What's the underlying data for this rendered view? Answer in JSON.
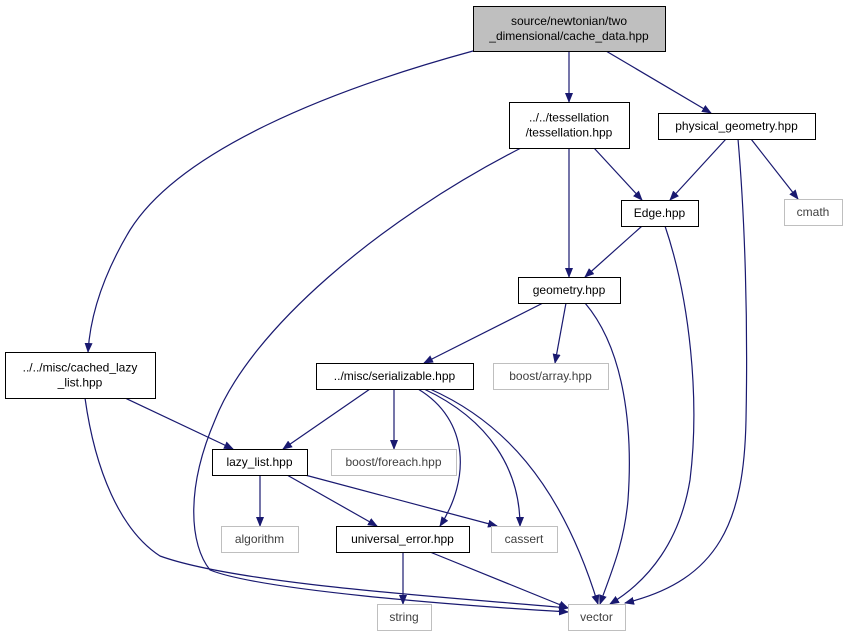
{
  "colors": {
    "root_fill": "#bfbfbf",
    "node_stroke": "#000000",
    "external_stroke": "#bfbfbf",
    "edge": "#191970"
  },
  "nodes": [
    {
      "id": "root",
      "lines": [
        "source/newtonian/two",
        "_dimensional/cache_data.hpp"
      ],
      "kind": "root"
    },
    {
      "id": "tessellation",
      "lines": [
        "../../tessellation",
        "/tessellation.hpp"
      ],
      "kind": "file"
    },
    {
      "id": "physical_geometry",
      "lines": [
        "physical_geometry.hpp"
      ],
      "kind": "file"
    },
    {
      "id": "edge",
      "lines": [
        "Edge.hpp"
      ],
      "kind": "file"
    },
    {
      "id": "cmath",
      "lines": [
        "cmath"
      ],
      "kind": "external"
    },
    {
      "id": "geometry",
      "lines": [
        "geometry.hpp"
      ],
      "kind": "file"
    },
    {
      "id": "cached_lazy_list",
      "lines": [
        "../../misc/cached_lazy",
        "_list.hpp"
      ],
      "kind": "file"
    },
    {
      "id": "serializable",
      "lines": [
        "../misc/serializable.hpp"
      ],
      "kind": "file"
    },
    {
      "id": "boost_array",
      "lines": [
        "boost/array.hpp"
      ],
      "kind": "external"
    },
    {
      "id": "lazy_list",
      "lines": [
        "lazy_list.hpp"
      ],
      "kind": "file"
    },
    {
      "id": "boost_foreach",
      "lines": [
        "boost/foreach.hpp"
      ],
      "kind": "external"
    },
    {
      "id": "algorithm",
      "lines": [
        "algorithm"
      ],
      "kind": "external"
    },
    {
      "id": "universal_error",
      "lines": [
        "universal_error.hpp"
      ],
      "kind": "file"
    },
    {
      "id": "cassert",
      "lines": [
        "cassert"
      ],
      "kind": "external"
    },
    {
      "id": "string",
      "lines": [
        "string"
      ],
      "kind": "external"
    },
    {
      "id": "vector",
      "lines": [
        "vector"
      ],
      "kind": "external"
    }
  ],
  "edges": [
    {
      "from": "root",
      "to": "tessellation"
    },
    {
      "from": "root",
      "to": "physical_geometry"
    },
    {
      "from": "root",
      "to": "cached_lazy_list"
    },
    {
      "from": "tessellation",
      "to": "edge"
    },
    {
      "from": "tessellation",
      "to": "geometry"
    },
    {
      "from": "tessellation",
      "to": "vector"
    },
    {
      "from": "physical_geometry",
      "to": "edge"
    },
    {
      "from": "physical_geometry",
      "to": "cmath"
    },
    {
      "from": "physical_geometry",
      "to": "vector"
    },
    {
      "from": "edge",
      "to": "geometry"
    },
    {
      "from": "edge",
      "to": "vector"
    },
    {
      "from": "geometry",
      "to": "serializable"
    },
    {
      "from": "geometry",
      "to": "boost_array"
    },
    {
      "from": "geometry",
      "to": "vector"
    },
    {
      "from": "cached_lazy_list",
      "to": "lazy_list"
    },
    {
      "from": "cached_lazy_list",
      "to": "vector"
    },
    {
      "from": "serializable",
      "to": "lazy_list"
    },
    {
      "from": "serializable",
      "to": "boost_foreach"
    },
    {
      "from": "serializable",
      "to": "universal_error"
    },
    {
      "from": "serializable",
      "to": "cassert"
    },
    {
      "from": "serializable",
      "to": "vector"
    },
    {
      "from": "lazy_list",
      "to": "algorithm"
    },
    {
      "from": "lazy_list",
      "to": "universal_error"
    },
    {
      "from": "lazy_list",
      "to": "cassert"
    },
    {
      "from": "universal_error",
      "to": "string"
    },
    {
      "from": "universal_error",
      "to": "vector"
    }
  ]
}
